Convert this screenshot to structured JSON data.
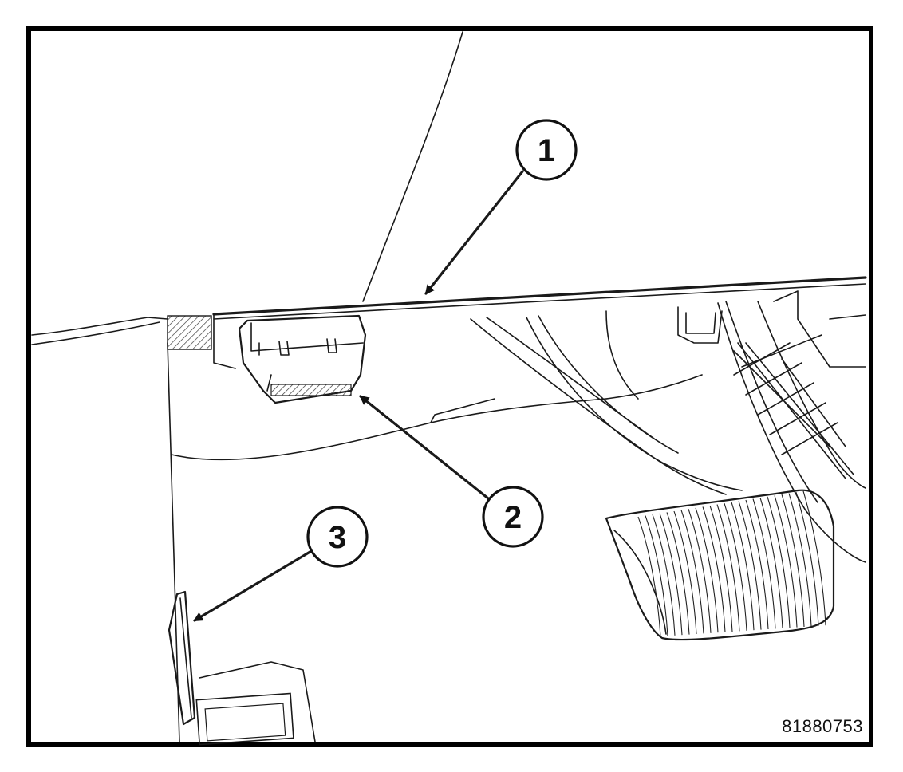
{
  "figure": {
    "figure_number": "81880753",
    "callouts": [
      {
        "id": "callout-1",
        "label": "1"
      },
      {
        "id": "callout-2",
        "label": "2"
      },
      {
        "id": "callout-3",
        "label": "3"
      }
    ]
  }
}
